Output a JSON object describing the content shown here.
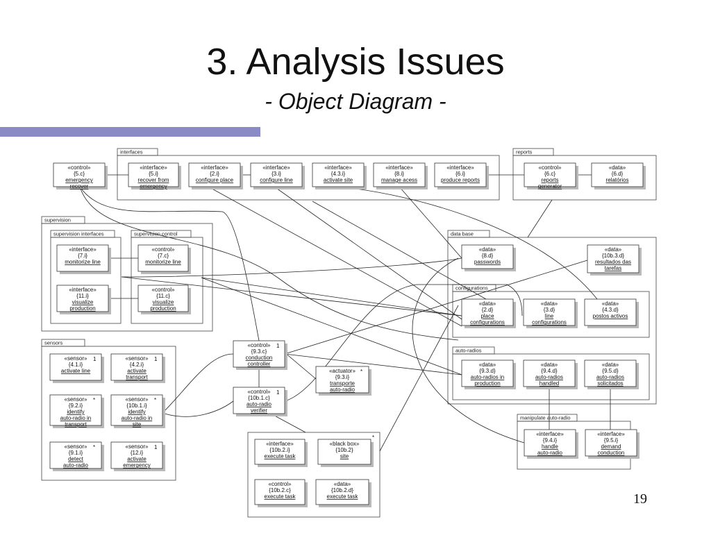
{
  "slide": {
    "title": "3. Analysis Issues",
    "subtitle": "- Object Diagram -",
    "page_number": "19"
  },
  "packages": [
    {
      "id": "interfaces",
      "label": "interfaces"
    },
    {
      "id": "reports",
      "label": "reports"
    },
    {
      "id": "supervision",
      "label": "supervision"
    },
    {
      "id": "supervision-interfaces",
      "label": "supervision interfaces"
    },
    {
      "id": "supervision-control",
      "label": "supervision control"
    },
    {
      "id": "data-base",
      "label": "data base"
    },
    {
      "id": "configurations",
      "label": "configurations"
    },
    {
      "id": "auto-radios",
      "label": "auto-radios"
    },
    {
      "id": "sensors",
      "label": "sensors"
    },
    {
      "id": "manipulate-auto-radio",
      "label": "manipulate auto-radio"
    }
  ],
  "objects": [
    {
      "id": "o5c",
      "lines": [
        "«control»",
        "{5.c}"
      ],
      "name": "emergency recover"
    },
    {
      "id": "o5i",
      "lines": [
        "«interface»",
        "{5.i}"
      ],
      "name": "recover from emergency"
    },
    {
      "id": "o2i",
      "lines": [
        "«interface»",
        "{2.i}"
      ],
      "name": "configure place"
    },
    {
      "id": "o3i",
      "lines": [
        "«interface»",
        "{3.i}"
      ],
      "name": "configure line"
    },
    {
      "id": "o43i",
      "lines": [
        "«interface»",
        "{4.3.i}"
      ],
      "name": "activate site"
    },
    {
      "id": "o8i",
      "lines": [
        "«interface»",
        "{8.i}"
      ],
      "name": "manage acess"
    },
    {
      "id": "o6i",
      "lines": [
        "«interface»",
        "{6.i}"
      ],
      "name": "produce reports"
    },
    {
      "id": "o6c",
      "lines": [
        "«control»",
        "{6.c}"
      ],
      "name": "reports generator"
    },
    {
      "id": "o6d",
      "lines": [
        "«data»",
        "{6.d}"
      ],
      "name": "relatórios"
    },
    {
      "id": "o7i",
      "lines": [
        "«interface»",
        "{7.i}"
      ],
      "name": "monitorize line"
    },
    {
      "id": "o7c",
      "lines": [
        "«control»",
        "{7.c}"
      ],
      "name": "monitorize line"
    },
    {
      "id": "o11i",
      "lines": [
        "«interface»",
        "{11.i}"
      ],
      "name": "visualize production"
    },
    {
      "id": "o11c",
      "lines": [
        "«control»",
        "{11.c}"
      ],
      "name": "visualize production"
    },
    {
      "id": "o8d",
      "lines": [
        "«data»",
        "{8.d}"
      ],
      "name": "passwords"
    },
    {
      "id": "o10b3d",
      "lines": [
        "«data»",
        "{10b.3.d}"
      ],
      "name": "resultados das tarefas"
    },
    {
      "id": "o2d",
      "lines": [
        "«data»",
        "{2.d}"
      ],
      "name": "place configurations"
    },
    {
      "id": "o3d",
      "lines": [
        "«data»",
        "{3.d}"
      ],
      "name": "line configurations"
    },
    {
      "id": "o43d",
      "lines": [
        "«data»",
        "{4.3.d}"
      ],
      "name": "postos activos"
    },
    {
      "id": "o93d",
      "lines": [
        "«data»",
        "{9.3.d}"
      ],
      "name": "auto-radios in production"
    },
    {
      "id": "o94d",
      "lines": [
        "«data»",
        "{9.4.d}"
      ],
      "name": "auto-radios handled"
    },
    {
      "id": "o95d",
      "lines": [
        "«data»",
        "{9.5.d}"
      ],
      "name": "auto-radios solicitados"
    },
    {
      "id": "o93c",
      "lines": [
        "«control»",
        "{9.3.c}"
      ],
      "name": "conduction controller",
      "mult": "1"
    },
    {
      "id": "o93i",
      "lines": [
        "«actuator»",
        "{9.3.i}"
      ],
      "name": "transporte auto-radio",
      "mult": "*"
    },
    {
      "id": "o10b1c",
      "lines": [
        "«control»",
        "{10b.1.c}"
      ],
      "name": "auto-radio verifier",
      "mult": "1"
    },
    {
      "id": "o41i",
      "lines": [
        "«sensor»",
        "{4.1.i}"
      ],
      "name": "activate line",
      "mult": "1"
    },
    {
      "id": "o42i",
      "lines": [
        "«sensor»",
        "{4.2.i}"
      ],
      "name": "activate transport",
      "mult": "1"
    },
    {
      "id": "o92i",
      "lines": [
        "«sensor»",
        "{9.2.i}"
      ],
      "name": "identify auto-radio in transport",
      "mult": "*"
    },
    {
      "id": "o10b1i",
      "lines": [
        "«sensor»",
        "{10b.1.i}"
      ],
      "name": "identify auto-radio in site",
      "mult": "*"
    },
    {
      "id": "o91i",
      "lines": [
        "«sensor»",
        "{9.1.i}"
      ],
      "name": "detect auto-radio",
      "mult": "*"
    },
    {
      "id": "o12i",
      "lines": [
        "«sensor»",
        "{12.i}"
      ],
      "name": "activate emergency",
      "mult": "1"
    },
    {
      "id": "o94i",
      "lines": [
        "«interface»",
        "{9.4.i}"
      ],
      "name": "handle auto-radio"
    },
    {
      "id": "o95i",
      "lines": [
        "«interface»",
        "{9.5.i}"
      ],
      "name": "demand conduction"
    },
    {
      "id": "o10b2i",
      "lines": [
        "«interface»",
        "{10b.2.i}"
      ],
      "name": "execute task"
    },
    {
      "id": "o10b2",
      "lines": [
        "«black box»",
        "{10b.2}"
      ],
      "name": "site"
    },
    {
      "id": "o10b2c",
      "lines": [
        "«control»",
        "{10b.2.c}"
      ],
      "name": "execute task"
    },
    {
      "id": "o10b2d",
      "lines": [
        "«data»",
        "{10b.2.d}"
      ],
      "name": "execute task"
    }
  ],
  "site_multiplicity": "*"
}
